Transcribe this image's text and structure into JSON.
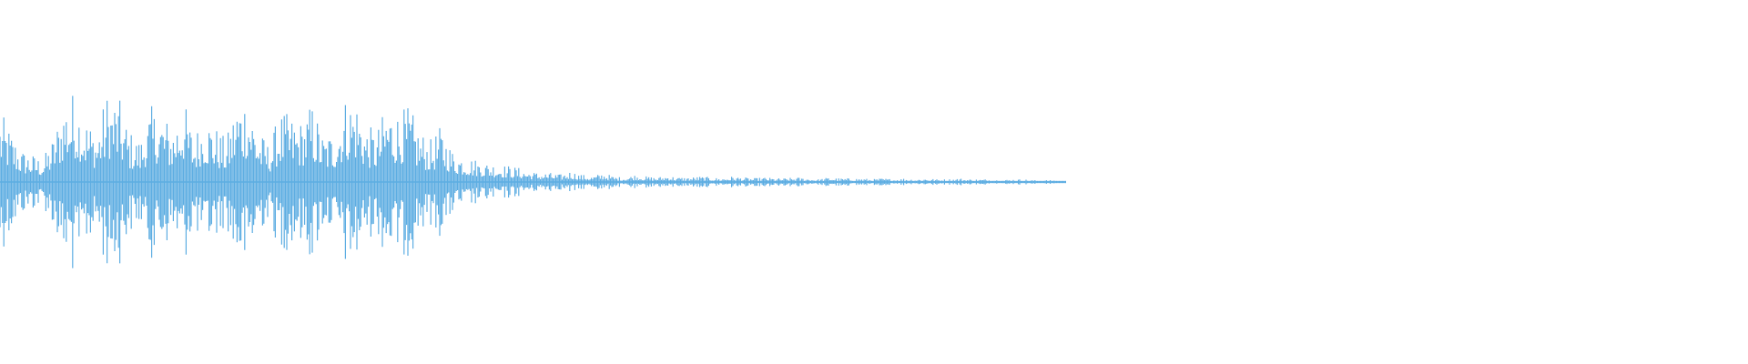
{
  "waveform": {
    "color": "#5dade2",
    "amplitude_envelope": [
      0.75,
      0.55,
      0.35,
      0.3,
      0.25,
      0.5,
      0.92,
      0.98,
      0.7,
      0.55,
      0.98,
      0.9,
      0.55,
      0.45,
      0.8,
      0.75,
      0.6,
      0.9,
      0.5,
      0.75,
      0.6,
      0.45,
      0.9,
      0.98,
      0.55,
      0.4,
      0.75,
      0.7,
      0.65,
      0.85,
      0.5,
      0.55,
      0.9,
      0.95,
      0.6,
      0.55,
      0.85,
      0.75,
      0.8,
      0.55,
      0.45,
      0.6,
      0.35,
      0.3,
      0.25,
      0.22,
      0.2,
      0.18,
      0.16,
      0.12,
      0.1,
      0.1,
      0.08,
      0.12,
      0.08,
      0.06,
      0.1,
      0.06,
      0.05,
      0.08,
      0.06,
      0.05,
      0.07,
      0.05,
      0.05,
      0.06,
      0.05,
      0.04,
      0.06,
      0.05,
      0.04,
      0.05,
      0.04,
      0.04,
      0.05,
      0.04,
      0.03,
      0.05,
      0.04,
      0.04,
      0.04,
      0.03,
      0.04,
      0.03,
      0.04,
      0.03,
      0.04,
      0.03,
      0.03,
      0.04,
      0.03,
      0.03,
      0.03,
      0.02,
      0.03,
      0.03,
      0.02,
      0.02,
      0.02,
      0.01
    ],
    "active_fraction": 0.61
  }
}
